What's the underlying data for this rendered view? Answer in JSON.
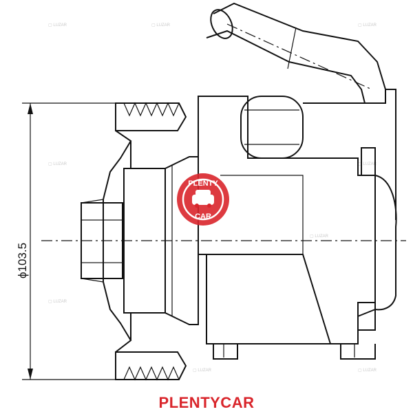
{
  "dimension": {
    "label": "ϕ103.5"
  },
  "logo": {
    "top_text": "PLENTY",
    "bottom_text": "CAR",
    "color": "#d9252b"
  },
  "caption": {
    "text": "PLENTYCAR",
    "color": "#d9252b"
  },
  "colors": {
    "line": "#111111",
    "watermark": "#c9c9c9"
  }
}
